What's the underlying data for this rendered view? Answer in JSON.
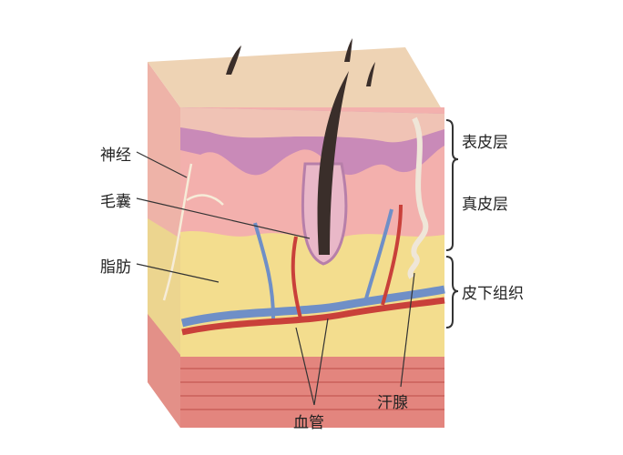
{
  "labels": {
    "nerve": "神经",
    "hair_follicle": "毛囊",
    "fat": "脂肪",
    "epidermis": "表皮层",
    "dermis": "真皮层",
    "subcutaneous": "皮下组织",
    "sweat_gland": "汗腺",
    "blood_vessel": "血管"
  },
  "colors": {
    "epidermis_top": "#eed3b4",
    "dermis": "#f2a8a8",
    "fat": "#f3dd8e",
    "muscle": "#e07f7a",
    "vein": "#6f8fc7",
    "artery": "#c9403a",
    "hair": "#3a2e2a"
  }
}
